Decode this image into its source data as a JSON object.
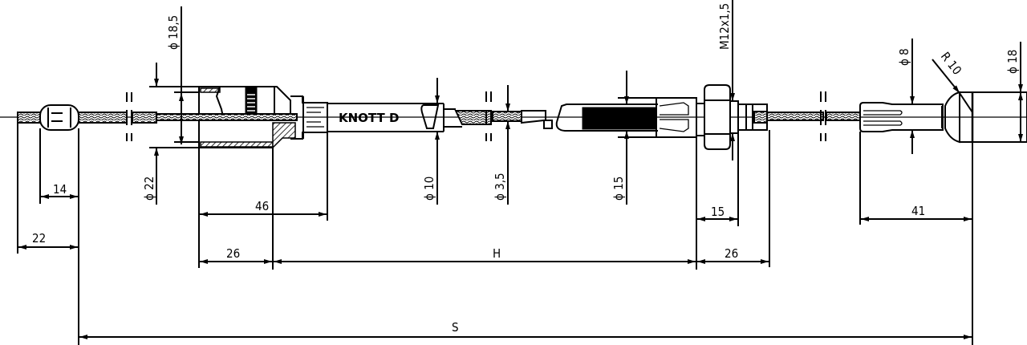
{
  "drawing": {
    "title": "Brake cable technical drawing",
    "brand_label": "KNOTT ",
    "brand_glyph": "D",
    "colors": {
      "line": "#000000",
      "background": "#ffffff"
    },
    "diameter_labels": {
      "housing_outer": "ϕ 18,5",
      "housing_inner": "ϕ 22",
      "sleeve": "ϕ 10",
      "cable": "ϕ 3,5",
      "adjuster": "ϕ 15",
      "thread": "M12x1,5",
      "pin": "ϕ 8",
      "radius": "R 10",
      "end_fitting": "ϕ 18"
    },
    "linear_dimensions": {
      "nipple_width": "14",
      "nipple_offset": "22",
      "housing_length": "46",
      "housing_offset": "26",
      "housing_h": "H",
      "nut_width": "15",
      "nut_offset": "26",
      "end_length": "41",
      "overall": "S"
    }
  }
}
